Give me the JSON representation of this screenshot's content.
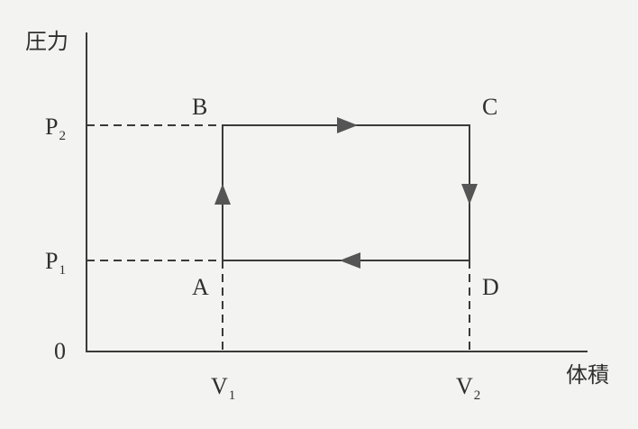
{
  "axes": {
    "y_label": "圧力",
    "x_label": "体積",
    "origin": "0"
  },
  "ticks": {
    "p2": {
      "base": "P",
      "sub": "2"
    },
    "p1": {
      "base": "P",
      "sub": "1"
    },
    "v1": {
      "base": "V",
      "sub": "1"
    },
    "v2": {
      "base": "V",
      "sub": "2"
    }
  },
  "points": {
    "a": "A",
    "b": "B",
    "c": "C",
    "d": "D"
  },
  "cycle": {
    "order": [
      "A",
      "B",
      "C",
      "D"
    ],
    "directions": [
      "up",
      "right",
      "down",
      "left"
    ]
  },
  "colors": {
    "line": "#3a3a3a",
    "arrow": "#555555",
    "background": "#f3f3f1"
  }
}
